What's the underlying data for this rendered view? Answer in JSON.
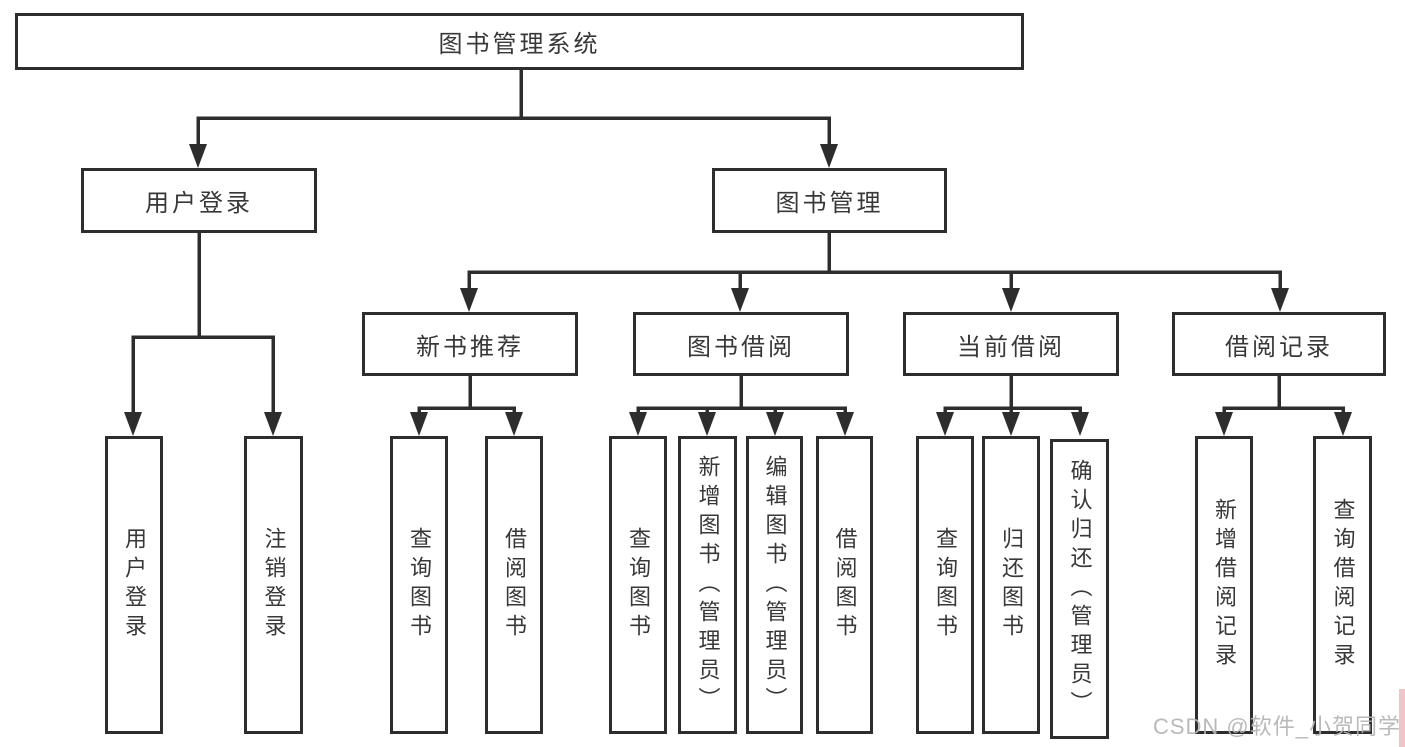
{
  "diagram": {
    "root": "图书管理系统",
    "level2": {
      "user_login": "用户登录",
      "book_mgmt": "图书管理"
    },
    "level3": {
      "new_book_rec": "新书推荐",
      "book_borrow": "图书借阅",
      "current_borrow": "当前借阅",
      "borrow_records": "借阅记录"
    },
    "leaves": {
      "user_login": "用户登录",
      "logout": "注销登录",
      "rec_query_book": "查询图书",
      "rec_borrow_book": "借阅图书",
      "bb_query_book": "查询图书",
      "bb_add_book": "新增图书（管理员）",
      "bb_edit_book": "编辑图书（管理员）",
      "bb_borrow_book": "借阅图书",
      "cur_query_book": "查询图书",
      "cur_return_book": "归还图书",
      "cur_confirm_return": "确认归还（管理员）",
      "rec_add_record": "新增借阅记录",
      "rec_query_record": "查询借阅记录"
    }
  },
  "watermark": "CSDN @软件_小贺同学",
  "colors": {
    "ink": "#2d2d2d",
    "text": "#383838",
    "watermark": "#b4b4b4",
    "watermark_accent": "#f3c3c8",
    "background": "#ffffff"
  }
}
